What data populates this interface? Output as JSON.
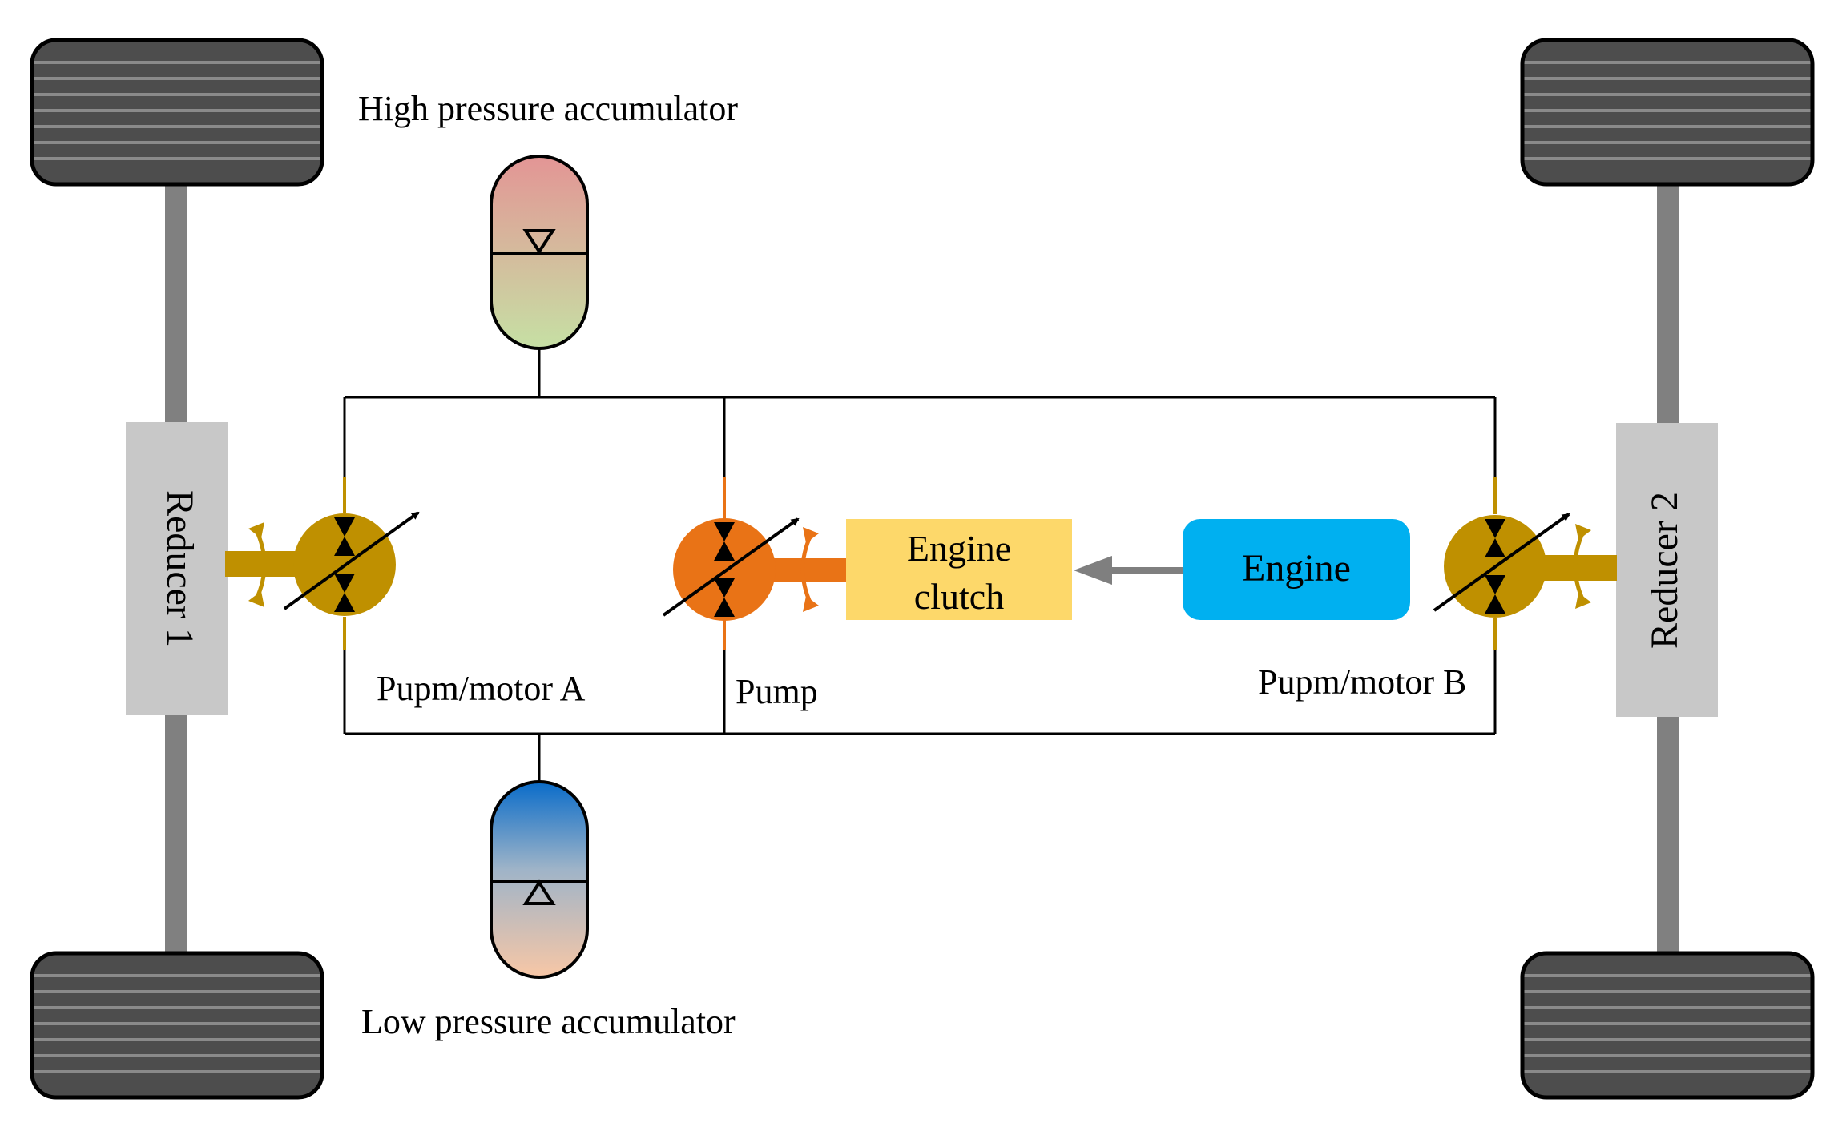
{
  "labels": {
    "high_accumulator": "High pressure accumulator",
    "low_accumulator": "Low pressure accumulator",
    "reducer_1": "Reducer 1",
    "reducer_2": "Reducer 2",
    "pump_motor_a": "Pupm/motor A",
    "pump": "Pump",
    "pump_motor_b": "Pupm/motor B",
    "engine_clutch_line1": "Engine",
    "engine_clutch_line2": "clutch",
    "engine": "Engine"
  },
  "colors": {
    "tire": "#4d4d4d",
    "axle": "#808080",
    "reducer": "#c8c8c8",
    "motor": "#bf9000",
    "pump": "#e97316",
    "clutch": "#fdd86a",
    "engine": "#00b0f0",
    "arrow_gray": "#7f7f7f",
    "high_acc_top": "#e39595",
    "high_acc_bottom": "#c6e0a4",
    "low_acc_top": "#0a6cc9",
    "low_acc_bottom": "#f8c7a6"
  },
  "icons": {
    "accumulator_high": "accumulator-symbol",
    "accumulator_low": "accumulator-symbol",
    "variable_unit": "variable-displacement-symbol",
    "tire": "tire-icon"
  }
}
